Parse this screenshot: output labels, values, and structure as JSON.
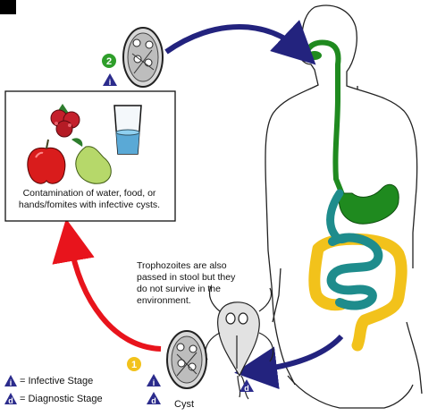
{
  "box_caption": "Contamination of water, food, or hands/fomites with infective cysts.",
  "trophozoite_note": "Trophozoites are also passed in stool but they do not survive in the environment.",
  "cyst_label": "Cyst",
  "steps": [
    {
      "number": "1",
      "color": "#f2c21b"
    },
    {
      "number": "2",
      "color": "#2e9e2a"
    }
  ],
  "markers": {
    "infective": "i",
    "diagnostic": "d"
  },
  "legend": [
    {
      "marker": "i",
      "text": "= Infective Stage"
    },
    {
      "marker": "d",
      "text": "= Diagnostic Stage"
    }
  ],
  "colors": {
    "arrow_blue": "#23237e",
    "arrow_red": "#e8141c",
    "esophagus_stomach": "#1f8a1f",
    "small_intestine": "#1e8c8c",
    "large_intestine": "#f2c21b",
    "marker_fill": "#2b2b8c"
  },
  "icons": [
    "cyst-icon",
    "raspberry-icon",
    "water-glass-icon",
    "apple-icon",
    "pear-icon",
    "trophozoite-icon",
    "human-body-outline"
  ]
}
